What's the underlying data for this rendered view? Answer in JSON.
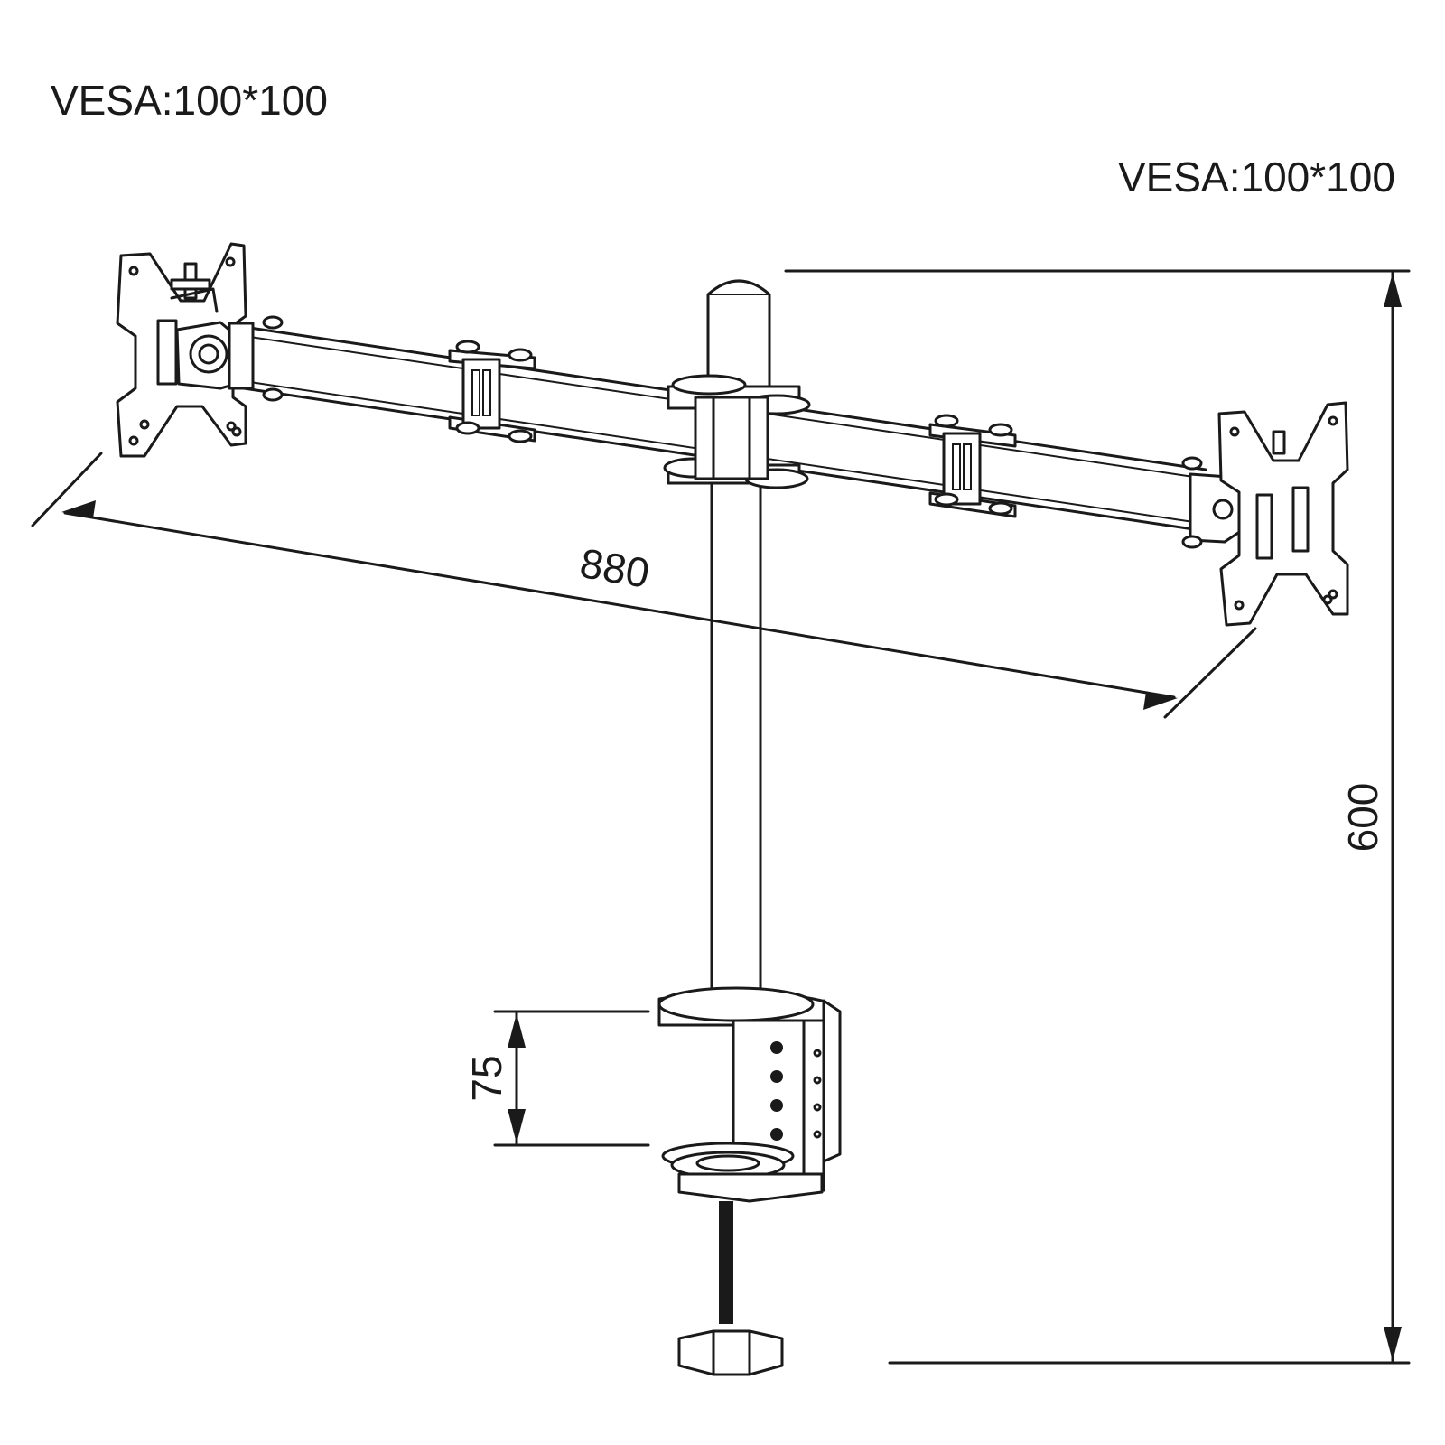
{
  "labels": {
    "vesa_left": "VESA:100*100",
    "vesa_right": "VESA:100*100"
  },
  "dimensions": {
    "width": "880",
    "height": "600",
    "clamp_range": "75"
  }
}
